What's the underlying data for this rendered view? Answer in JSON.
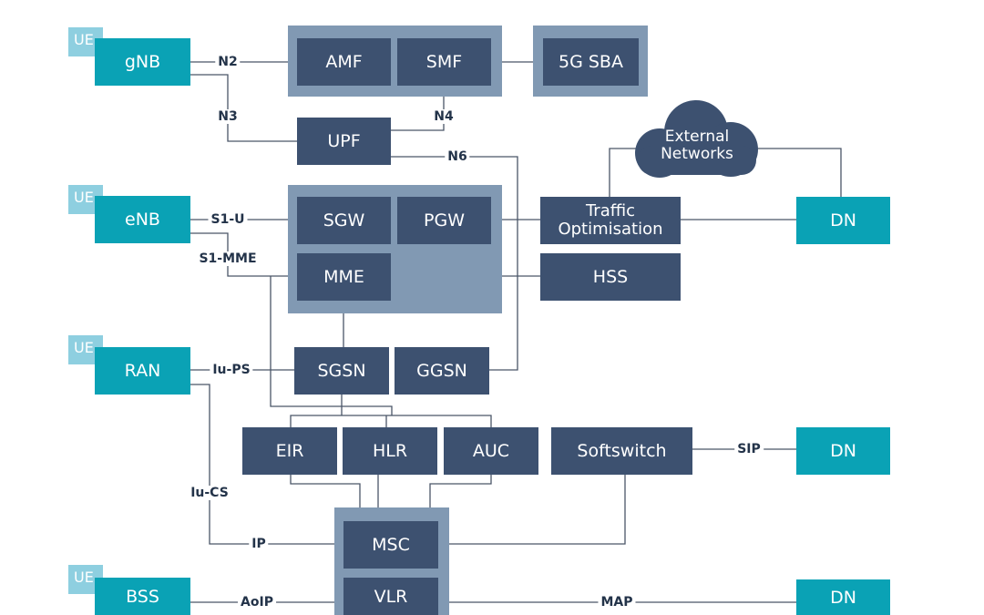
{
  "nodes": {
    "ue1": "UE",
    "gnb": "gNB",
    "amf": "AMF",
    "smf": "SMF",
    "sba": "5G SBA",
    "upf": "UPF",
    "ue2": "UE",
    "enb": "eNB",
    "sgw": "SGW",
    "pgw": "PGW",
    "mme": "MME",
    "traffic": "Traffic\nOptimisation",
    "hss": "HSS",
    "dn1": "DN",
    "external": "External\nNetworks",
    "ue3": "UE",
    "ran": "RAN",
    "sgsn": "SGSN",
    "ggsn": "GGSN",
    "eir": "EIR",
    "hlr": "HLR",
    "auc": "AUC",
    "softswitch": "Softswitch",
    "dn2": "DN",
    "msc": "MSC",
    "ue4": "UE",
    "bss": "BSS",
    "vlr": "VLR",
    "dn3": "DN"
  },
  "interfaces": {
    "n2": "N2",
    "n3": "N3",
    "n4": "N4",
    "n6": "N6",
    "s1u": "S1-U",
    "s1mme": "S1-MME",
    "iups": "Iu-PS",
    "iucs": "Iu-CS",
    "ip": "IP",
    "sip": "SIP",
    "aoip": "AoIP",
    "map": "MAP"
  },
  "colors": {
    "navy": "#3d5170",
    "teal": "#0aa2b5",
    "group": "#8199b3",
    "ue": "#8ecfe0",
    "line": "#4a5668"
  }
}
